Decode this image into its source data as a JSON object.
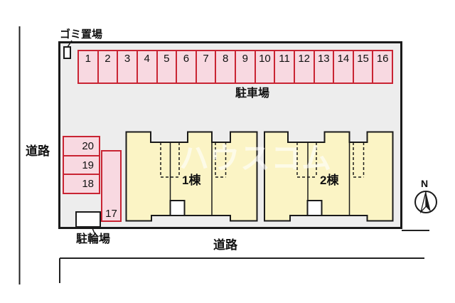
{
  "labels": {
    "garbage": "ゴミ置場",
    "parking_lot": "駐車場",
    "road_left": "道路",
    "road_bottom": "道路",
    "bicycle": "駐輪場",
    "building1": "1棟",
    "building2": "2棟",
    "compass_n": "N"
  },
  "parking_row": {
    "spaces": [
      "1",
      "2",
      "3",
      "4",
      "5",
      "6",
      "7",
      "8",
      "9",
      "10",
      "11",
      "12",
      "13",
      "14",
      "15",
      "16"
    ]
  },
  "side_spaces": {
    "items": [
      "20",
      "19",
      "18"
    ]
  },
  "space17": {
    "label": "17"
  },
  "watermark": {
    "text": "ハウスコム"
  },
  "colors": {
    "space_fill": "#f8d9e1",
    "space_border": "#c92433",
    "building_fill": "#fbf4c5",
    "outline": "#1a1a1a",
    "site_fill": "#ededed",
    "road_line": "#222222"
  }
}
